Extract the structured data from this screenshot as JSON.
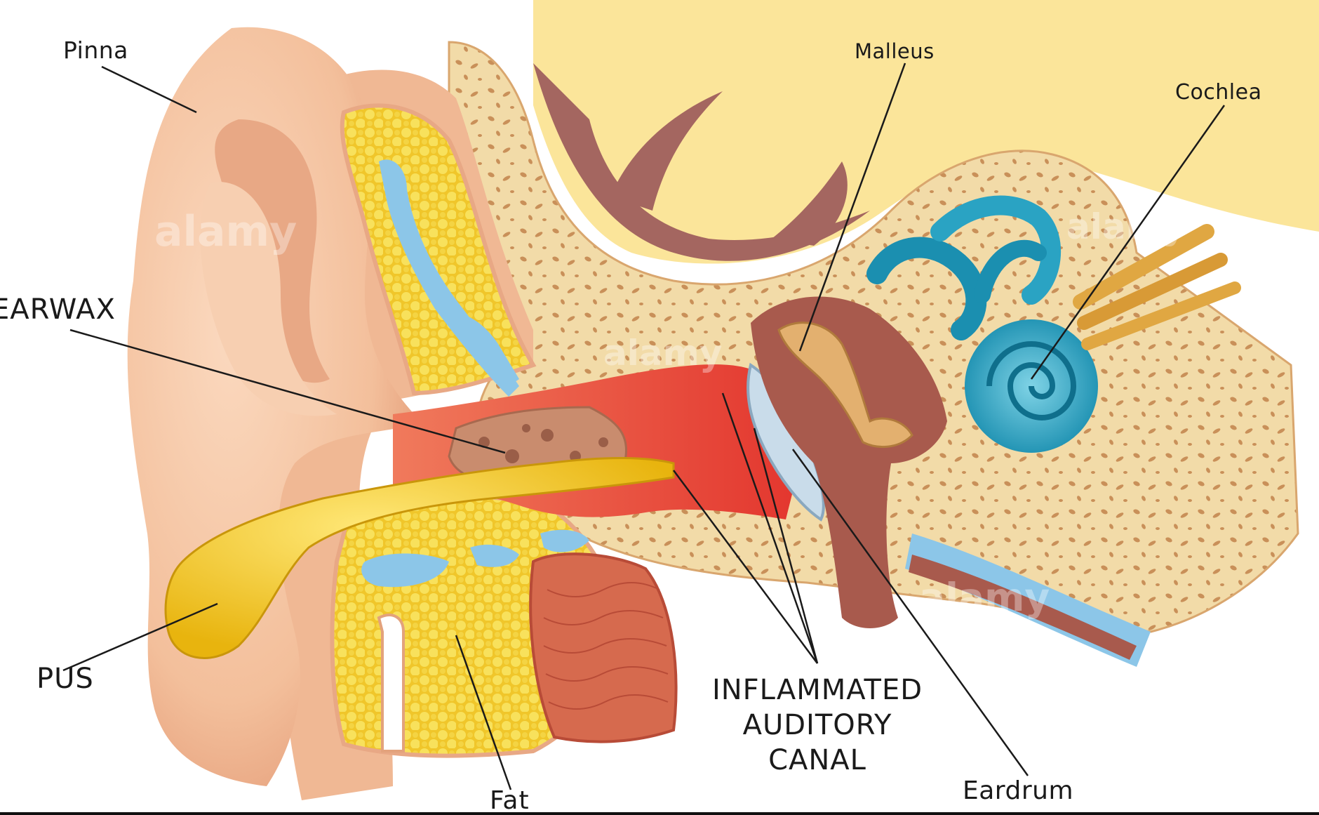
{
  "labels": {
    "pinna": "Pinna",
    "malleus": "Malleus",
    "cochlea": "Cochlea",
    "earwax": "EARWAX",
    "pus": "PUS",
    "fat": "Fat",
    "inflamed_line1": "INFLAMMATED",
    "inflamed_line2": "AUDITORY",
    "inflamed_line3": "CANAL",
    "eardrum": "Eardrum"
  },
  "watermark": "alamy",
  "colors": {
    "skin": "#f4c7a4",
    "skin_dark": "#e3a27c",
    "bone": "#f3dcaa",
    "bone_pore": "#c58f5a",
    "fat": "#f2cd2d",
    "fat_bead": "#f7e25e",
    "blue_vessel": "#8cc6e8",
    "canal_red": "#e8483b",
    "pus_yellow": "#f0c21b",
    "cochlea": "#2aa3c3",
    "mauve": "#a86a63",
    "brain_yellow": "#fbe59a",
    "leader": "#1a1a1a"
  }
}
